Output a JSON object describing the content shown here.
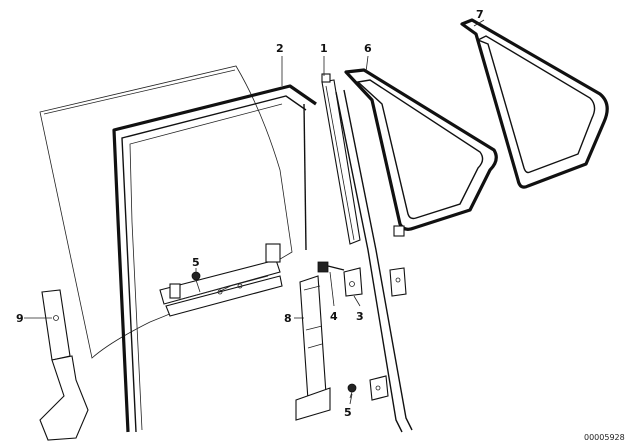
{
  "callouts": {
    "c1": "1",
    "c2": "2",
    "c3": "3",
    "c4": "4",
    "c5a": "5",
    "c5b": "5",
    "c6": "6",
    "c7": "7",
    "c8": "8",
    "c9": "9"
  },
  "reference_code": "00005928"
}
